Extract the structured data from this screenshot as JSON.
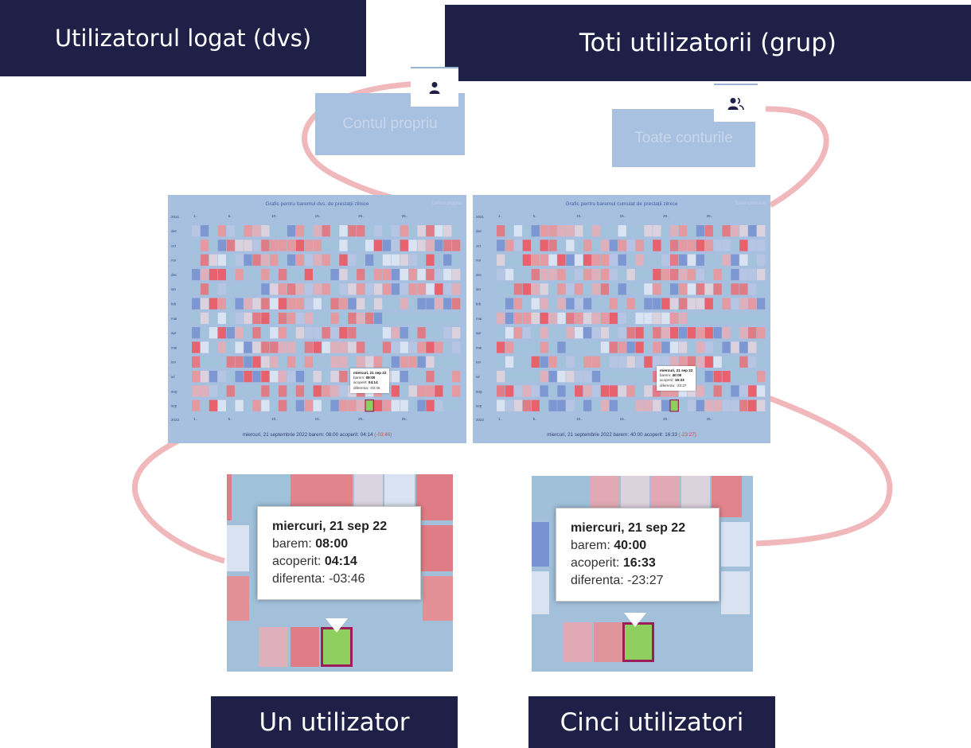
{
  "headers": {
    "left": "Utilizatorul logat (dvs)",
    "right": "Toti utilizatorii (grup)"
  },
  "buttons": {
    "own": {
      "label": "Contul propriu",
      "icon": "user-icon"
    },
    "all": {
      "label": "Toate conturile",
      "icon": "users-icon"
    }
  },
  "charts": {
    "left": {
      "title": "Grafic pentru baremul dvs. de prestații zilnice",
      "toggle": "Contul propriu",
      "year_top": "2021",
      "year_bottom": "2022",
      "months": [
        "dec",
        "oct",
        "noi",
        "dec",
        "ian",
        "feb",
        "mar",
        "apr",
        "mai",
        "iun",
        "iul",
        "aug",
        "sep"
      ],
      "ticks": [
        "1",
        "5",
        "10",
        "15",
        "20",
        "25"
      ],
      "tooltip": {
        "date": "miercuri, 21 sep 22",
        "barem": "08:00",
        "acoperit": "04:14",
        "diferenta": "-03:46"
      },
      "footer_prefix": "miercuri, 21 septembrie 2022  barem:  08:00  acoperit:  04:14 ",
      "footer_diff": "(-03:46)"
    },
    "right": {
      "title": "Grafic pentru baremul cumulat de prestații zilnice",
      "toggle": "Toate conturile",
      "year_top": "2021",
      "year_bottom": "2022",
      "months": [
        "dec",
        "oct",
        "noi",
        "dec",
        "ian",
        "feb",
        "mar",
        "apr",
        "mai",
        "iun",
        "iul",
        "aug",
        "sep"
      ],
      "ticks": [
        "1",
        "5",
        "10",
        "15",
        "20",
        "25"
      ],
      "tooltip": {
        "date": "miercuri, 21 sep 22",
        "barem": "40:00",
        "acoperit": "16:33",
        "diferenta": "-23:27"
      },
      "footer_prefix": "miercuri, 21 septembrie 2022  barem:  40:00  acoperit:  16:33 ",
      "footer_diff": "(-23:27)"
    }
  },
  "zoom": {
    "left": {
      "date": "miercuri, 21 sep 22",
      "barem_label": "barem:",
      "barem": "08:00",
      "acoperit_label": "acoperit:",
      "acoperit": "04:14",
      "diferenta_label": "diferenta:",
      "diferenta": "-03:46"
    },
    "right": {
      "date": "miercuri, 21 sep 22",
      "barem_label": "barem:",
      "barem": "40:00",
      "acoperit_label": "acoperit:",
      "acoperit": "16:33",
      "diferenta_label": "diferenta:",
      "diferenta": "-23:27"
    }
  },
  "labels": {
    "one": "Un utilizator",
    "five": "Cinci utilizatori"
  },
  "colors": {
    "navy": "#1f2047",
    "connector": "#f1b8bc",
    "chart_bg": "#a8c0e0",
    "selected": "#8fcf5f",
    "selected_border": "#9c1d5a"
  }
}
